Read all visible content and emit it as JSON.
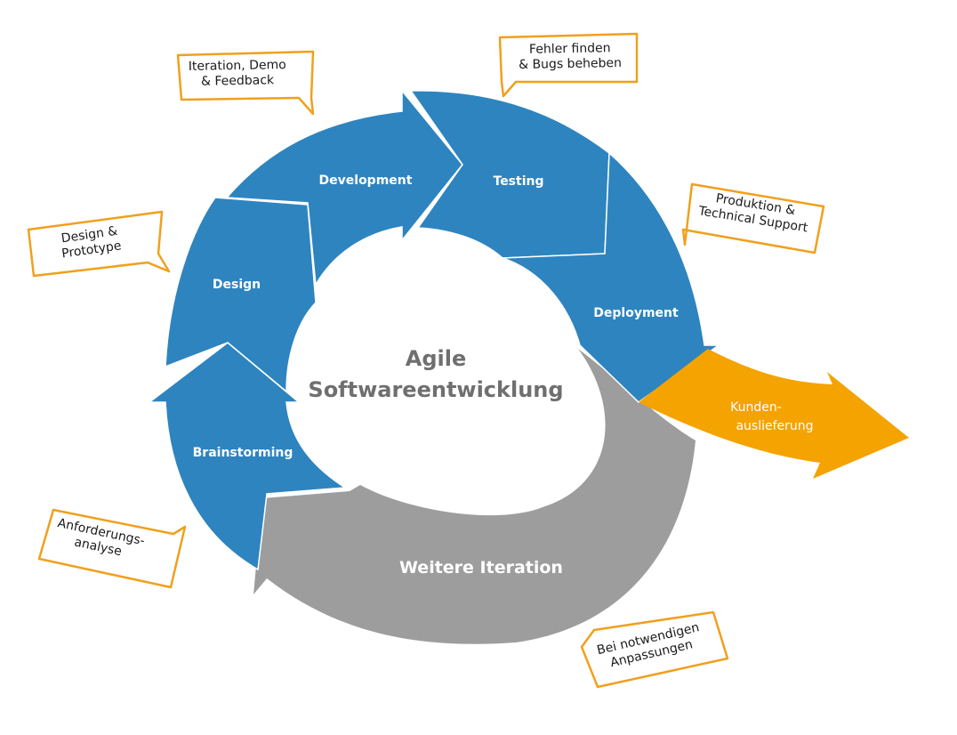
{
  "diagram": {
    "center_title": [
      "Agile",
      "Softwareentwicklung"
    ],
    "phases": [
      "Brainstorming",
      "Design",
      "Development",
      "Testing",
      "Deployment"
    ],
    "delivery": [
      "Kunden-",
      "auslieferung"
    ],
    "loop": "Weitere Iteration",
    "notes": {
      "anforderung": [
        "Anforderungs-",
        "analyse"
      ],
      "design": [
        "Design &",
        "Prototype"
      ],
      "iteration": [
        "Iteration, Demo",
        "& Feedback"
      ],
      "fehler": [
        "Fehler finden",
        "& Bugs beheben"
      ],
      "produktion": [
        "Produktion &",
        "Technical Support"
      ],
      "anpassung": [
        "Bei notwendigen",
        "Anpassungen"
      ]
    },
    "colors": {
      "phase": "#2e84bf",
      "loop": "#9d9d9d",
      "delivery": "#f4a300",
      "note_border": "#f0a01e",
      "center_text": "#6f6f6f"
    }
  }
}
